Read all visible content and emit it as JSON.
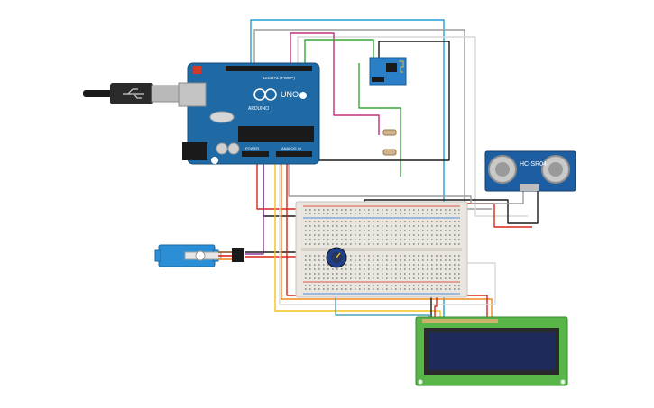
{
  "arduino": {
    "brand": "ARDUINO",
    "model": "UNO",
    "digital_header": "DIGITAL (PWM~)",
    "power_label": "POWER",
    "analog_label": "ANALOG IN"
  },
  "ultrasonic": {
    "model": "HC-SR04"
  },
  "wire_colors": {
    "blue": "#1e9fd6",
    "gray": "#9c9c9c",
    "red": "#d9261c",
    "black": "#1a1a1a",
    "purple": "#8b3a9b",
    "green": "#3aa53a",
    "yellow": "#f2c21b",
    "orange": "#f08a1c",
    "white": "#d9d9d9",
    "magenta": "#c0317a",
    "teal": "#4aa3b5",
    "brown": "#8b5a2b"
  },
  "component_colors": {
    "arduino_board": "#1f6aa5",
    "esp_module": "#2b7fc7",
    "ultrasonic_board": "#1d5ea3",
    "servo_body": "#2c8fd6",
    "lcd_frame": "#58b548",
    "lcd_screen": "#1d2a5a",
    "breadboard": "#e9e6e0"
  }
}
